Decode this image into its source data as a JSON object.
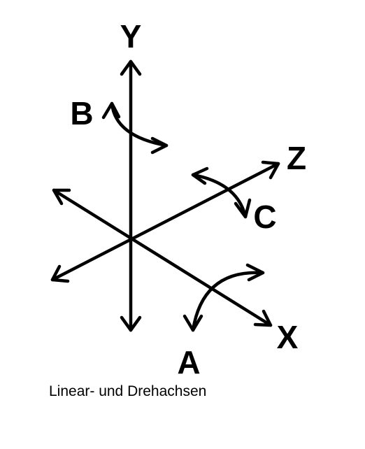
{
  "diagram": {
    "axes": {
      "y_label": "Y",
      "z_label": "Z",
      "x_label": "X"
    },
    "rotations": {
      "b_label": "B",
      "c_label": "C",
      "a_label": "A"
    },
    "caption": "Linear- und Drehachsen",
    "colors": {
      "stroke": "#000000",
      "background": "#ffffff"
    }
  }
}
